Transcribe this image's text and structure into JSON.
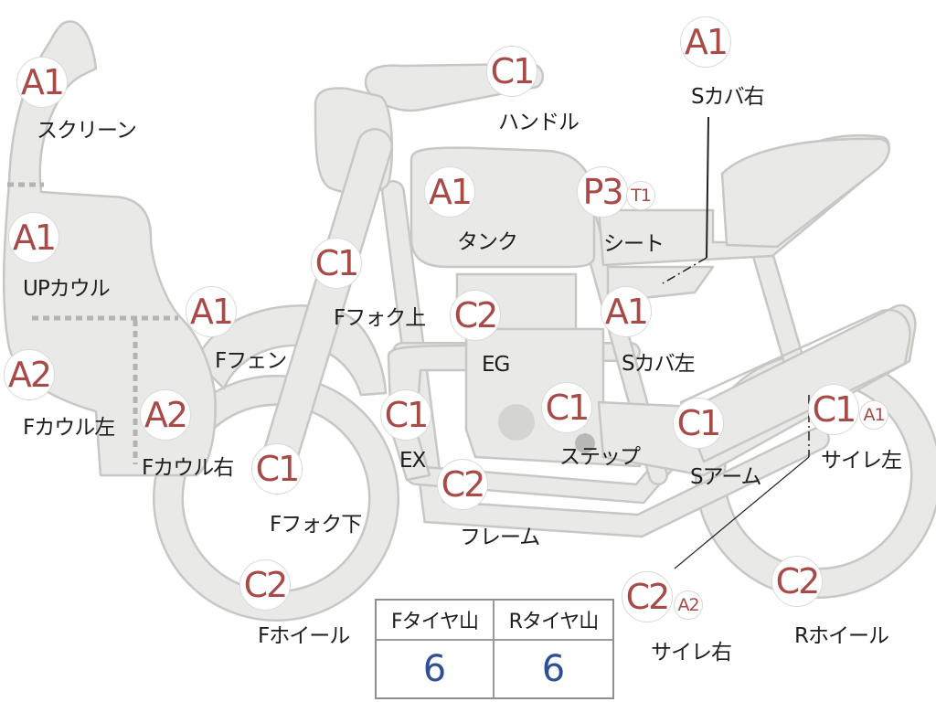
{
  "diagram": {
    "parts": [
      {
        "grade": "A1",
        "label": "スクリーン"
      },
      {
        "grade": "A1",
        "label": "UPカウル"
      },
      {
        "grade": "A2",
        "label": "Fカウル左"
      },
      {
        "grade": "A2",
        "label": "Fカウル右"
      },
      {
        "grade": "A1",
        "label": "Fフェン"
      },
      {
        "grade": "C1",
        "label": "Fフォク上"
      },
      {
        "grade": "C1",
        "label": "Fフォク下"
      },
      {
        "grade": "C2",
        "label": "Fホイール"
      },
      {
        "grade": "C1",
        "label": "ハンドル"
      },
      {
        "grade": "A1",
        "label": "タンク"
      },
      {
        "grade": "C2",
        "label": "EG"
      },
      {
        "grade": "C1",
        "label": "EX"
      },
      {
        "grade": "C2",
        "label": "フレーム"
      },
      {
        "grade": "C1",
        "label": "ステップ"
      },
      {
        "grade": "P3",
        "sub_grade": "T1",
        "label": "シート"
      },
      {
        "grade": "A1",
        "label": "Sカバ右"
      },
      {
        "grade": "A1",
        "label": "Sカバ左"
      },
      {
        "grade": "C1",
        "label": "Sアーム"
      },
      {
        "grade": "C1",
        "sub_grade": "A1",
        "label": "サイレ左"
      },
      {
        "grade": "C2",
        "sub_grade": "A2",
        "label": "サイレ右"
      },
      {
        "grade": "C2",
        "label": "Rホイール"
      }
    ],
    "tire_table": {
      "front_header": "Fタイヤ山",
      "rear_header": "Rタイヤ山",
      "front_value": "6",
      "rear_value": "6"
    },
    "colors": {
      "grade_text": "#a84a48",
      "tire_value": "#2f4f94",
      "part_fill": "#e9e9e7",
      "part_outline": "#c7c7c4"
    }
  }
}
